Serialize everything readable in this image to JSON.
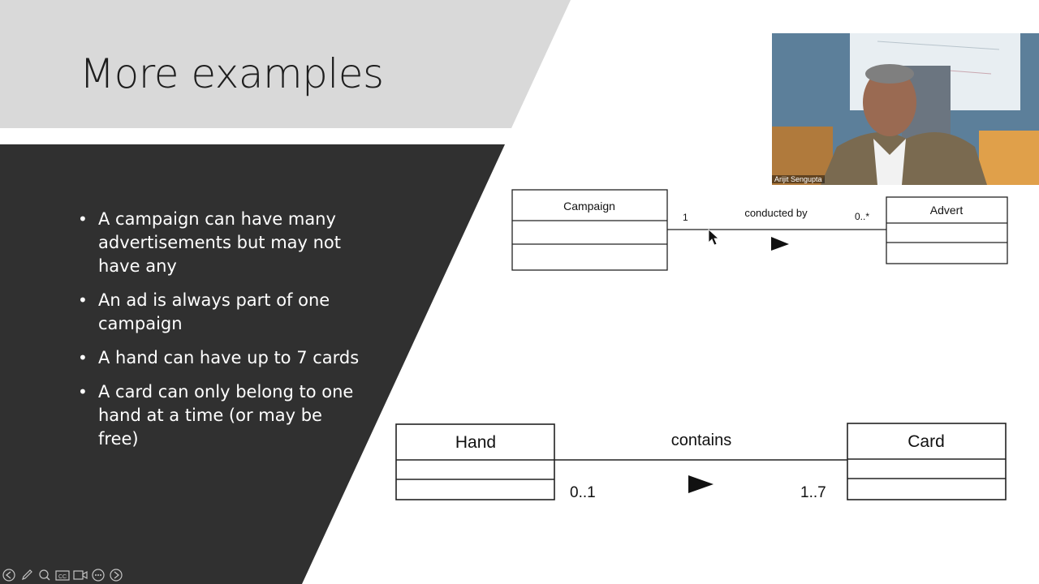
{
  "slide": {
    "title": "More examples",
    "bullets": [
      "A campaign can have many advertisements but may not have any",
      "An ad is always part of one campaign",
      "A hand can have up to 7 cards",
      "A card can only belong to one hand at a time (or may be free)"
    ]
  },
  "diagram1": {
    "class_a": "Campaign",
    "class_b": "Advert",
    "association": "conducted by",
    "mult_a": "1",
    "mult_b": "0..*"
  },
  "diagram2": {
    "class_a": "Hand",
    "class_b": "Card",
    "association": "contains",
    "mult_a": "0..1",
    "mult_b": "1..7"
  },
  "video": {
    "participant_name": "Arijit Sengupta"
  },
  "controls": [
    {
      "icon": "previous-slide-icon"
    },
    {
      "icon": "pen-icon"
    },
    {
      "icon": "zoom-icon"
    },
    {
      "icon": "subtitles-icon"
    },
    {
      "icon": "camera-icon"
    },
    {
      "icon": "more-options-icon"
    },
    {
      "icon": "next-slide-icon"
    }
  ],
  "colors": {
    "title_band": "#d9d9d9",
    "content_panel": "#303030",
    "bullet_text": "#ffffff"
  }
}
